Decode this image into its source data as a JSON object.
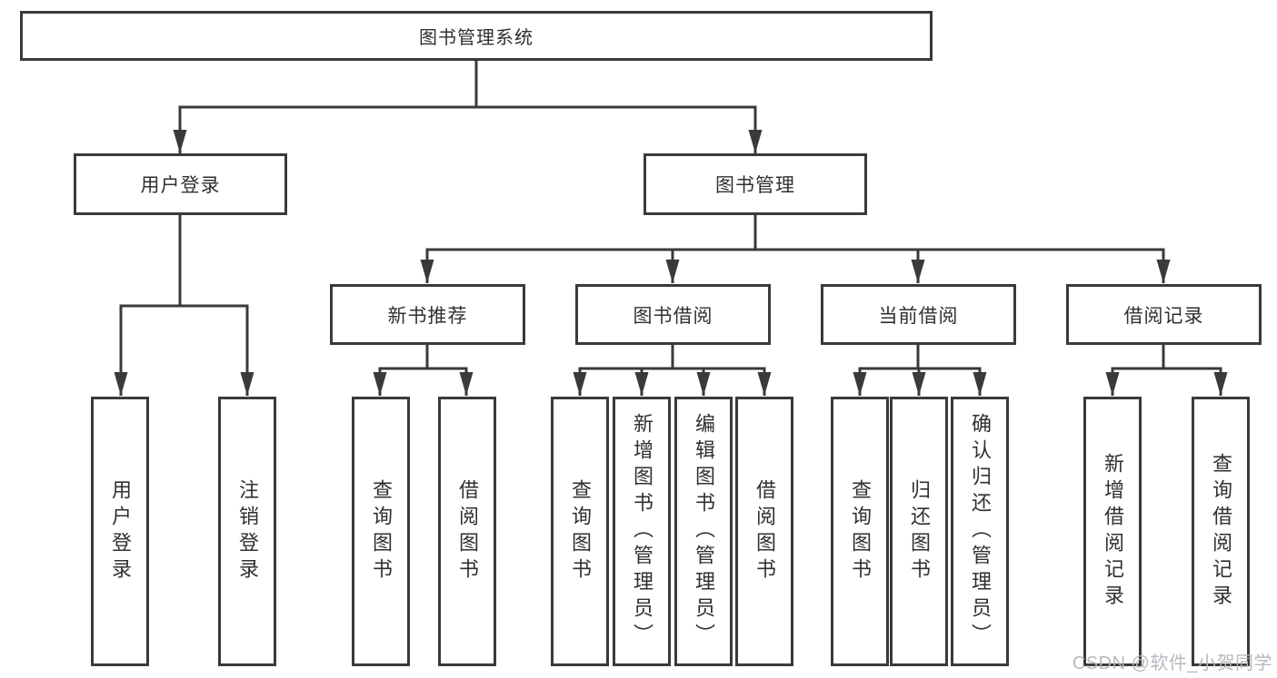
{
  "diagram": {
    "root": {
      "label": "图书管理系统"
    },
    "login": {
      "label": "用户登录",
      "children": [
        {
          "label": "用户登录"
        },
        {
          "label": "注销登录"
        }
      ]
    },
    "management": {
      "label": "图书管理",
      "sections": [
        {
          "label": "新书推荐",
          "children": [
            {
              "label": "查询图书"
            },
            {
              "label": "借阅图书"
            }
          ]
        },
        {
          "label": "图书借阅",
          "children": [
            {
              "label": "查询图书"
            },
            {
              "label": "新增图书（管理员）"
            },
            {
              "label": "编辑图书（管理员）"
            },
            {
              "label": "借阅图书"
            }
          ]
        },
        {
          "label": "当前借阅",
          "children": [
            {
              "label": "查询图书"
            },
            {
              "label": "归还图书"
            },
            {
              "label": "确认归还（管理员）"
            }
          ]
        },
        {
          "label": "借阅记录",
          "children": [
            {
              "label": "新增借阅记录"
            },
            {
              "label": "查询借阅记录"
            }
          ]
        }
      ]
    }
  },
  "colors": {
    "line": "#3a3a3a",
    "text": "#303030",
    "watermark": "#b2b5ba"
  },
  "watermark": {
    "text": "CSDN @软件_小贺同学"
  }
}
